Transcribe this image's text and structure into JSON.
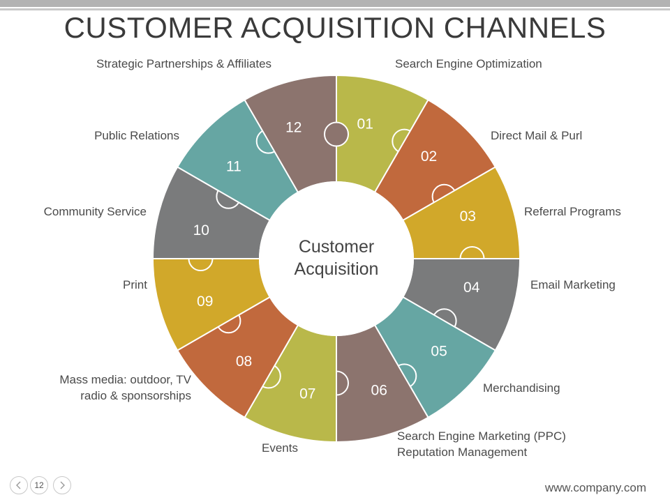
{
  "title": "CUSTOMER ACQUISITION CHANNELS",
  "center_text": [
    "Customer",
    "Acquisition"
  ],
  "pieces": [
    {
      "num": "01",
      "label": "Strategic Partnerships & Affiliates",
      "color": "#b9b84a"
    },
    {
      "num": "02",
      "label": "Search Engine Optimization",
      "color": "#c1693d"
    },
    {
      "num": "03",
      "label": "Direct Mail & Purl",
      "color": "#d1a82a"
    },
    {
      "num": "04",
      "label": "Referral Programs",
      "color": "#7a7b7c"
    },
    {
      "num": "05",
      "label": "Email Marketing",
      "color": "#66a6a3"
    },
    {
      "num": "06",
      "label": "Merchandising",
      "color": "#8c746e"
    },
    {
      "num": "07",
      "label": "Search Engine Marketing (PPC)\nReputation Management",
      "color": "#b9b84a"
    },
    {
      "num": "08",
      "label": "Events",
      "color": "#c1693d"
    },
    {
      "num": "09",
      "label": "Mass media: outdoor, TV\nradio & sponsorships",
      "color": "#d1a82a"
    },
    {
      "num": "10",
      "label": "Print",
      "color": "#7a7b7c"
    },
    {
      "num": "11",
      "label": "Community Service",
      "color": "#66a6a3"
    },
    {
      "num": "12",
      "label": "Public Relations",
      "color": "#8c746e"
    }
  ],
  "footer": {
    "page_number": "12",
    "url": "www.company.com"
  }
}
